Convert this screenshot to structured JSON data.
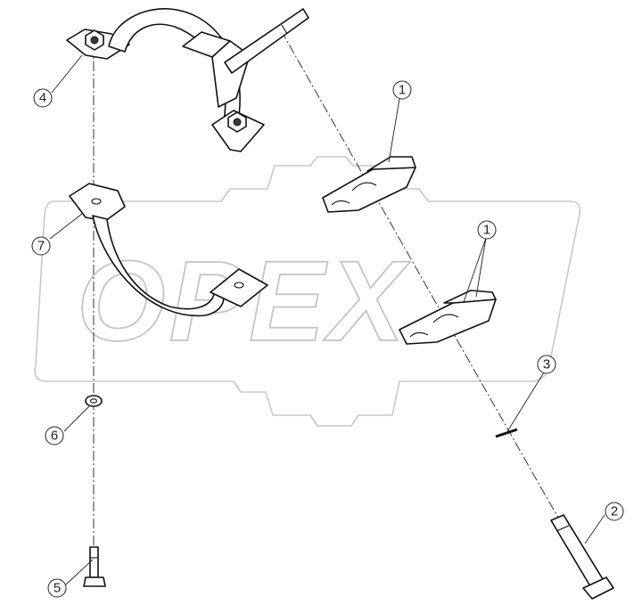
{
  "watermark": {
    "text": "OPEX"
  },
  "callouts": [
    {
      "id": "c1a",
      "label": "1"
    },
    {
      "id": "c1b",
      "label": "1"
    },
    {
      "id": "c2",
      "label": "2"
    },
    {
      "id": "c3",
      "label": "3"
    },
    {
      "id": "c4",
      "label": "4"
    },
    {
      "id": "c5",
      "label": "5"
    },
    {
      "id": "c6",
      "label": "6"
    },
    {
      "id": "c7",
      "label": "7"
    }
  ],
  "colors": {
    "line": "#111111",
    "watermark": "#c8c8c8"
  }
}
